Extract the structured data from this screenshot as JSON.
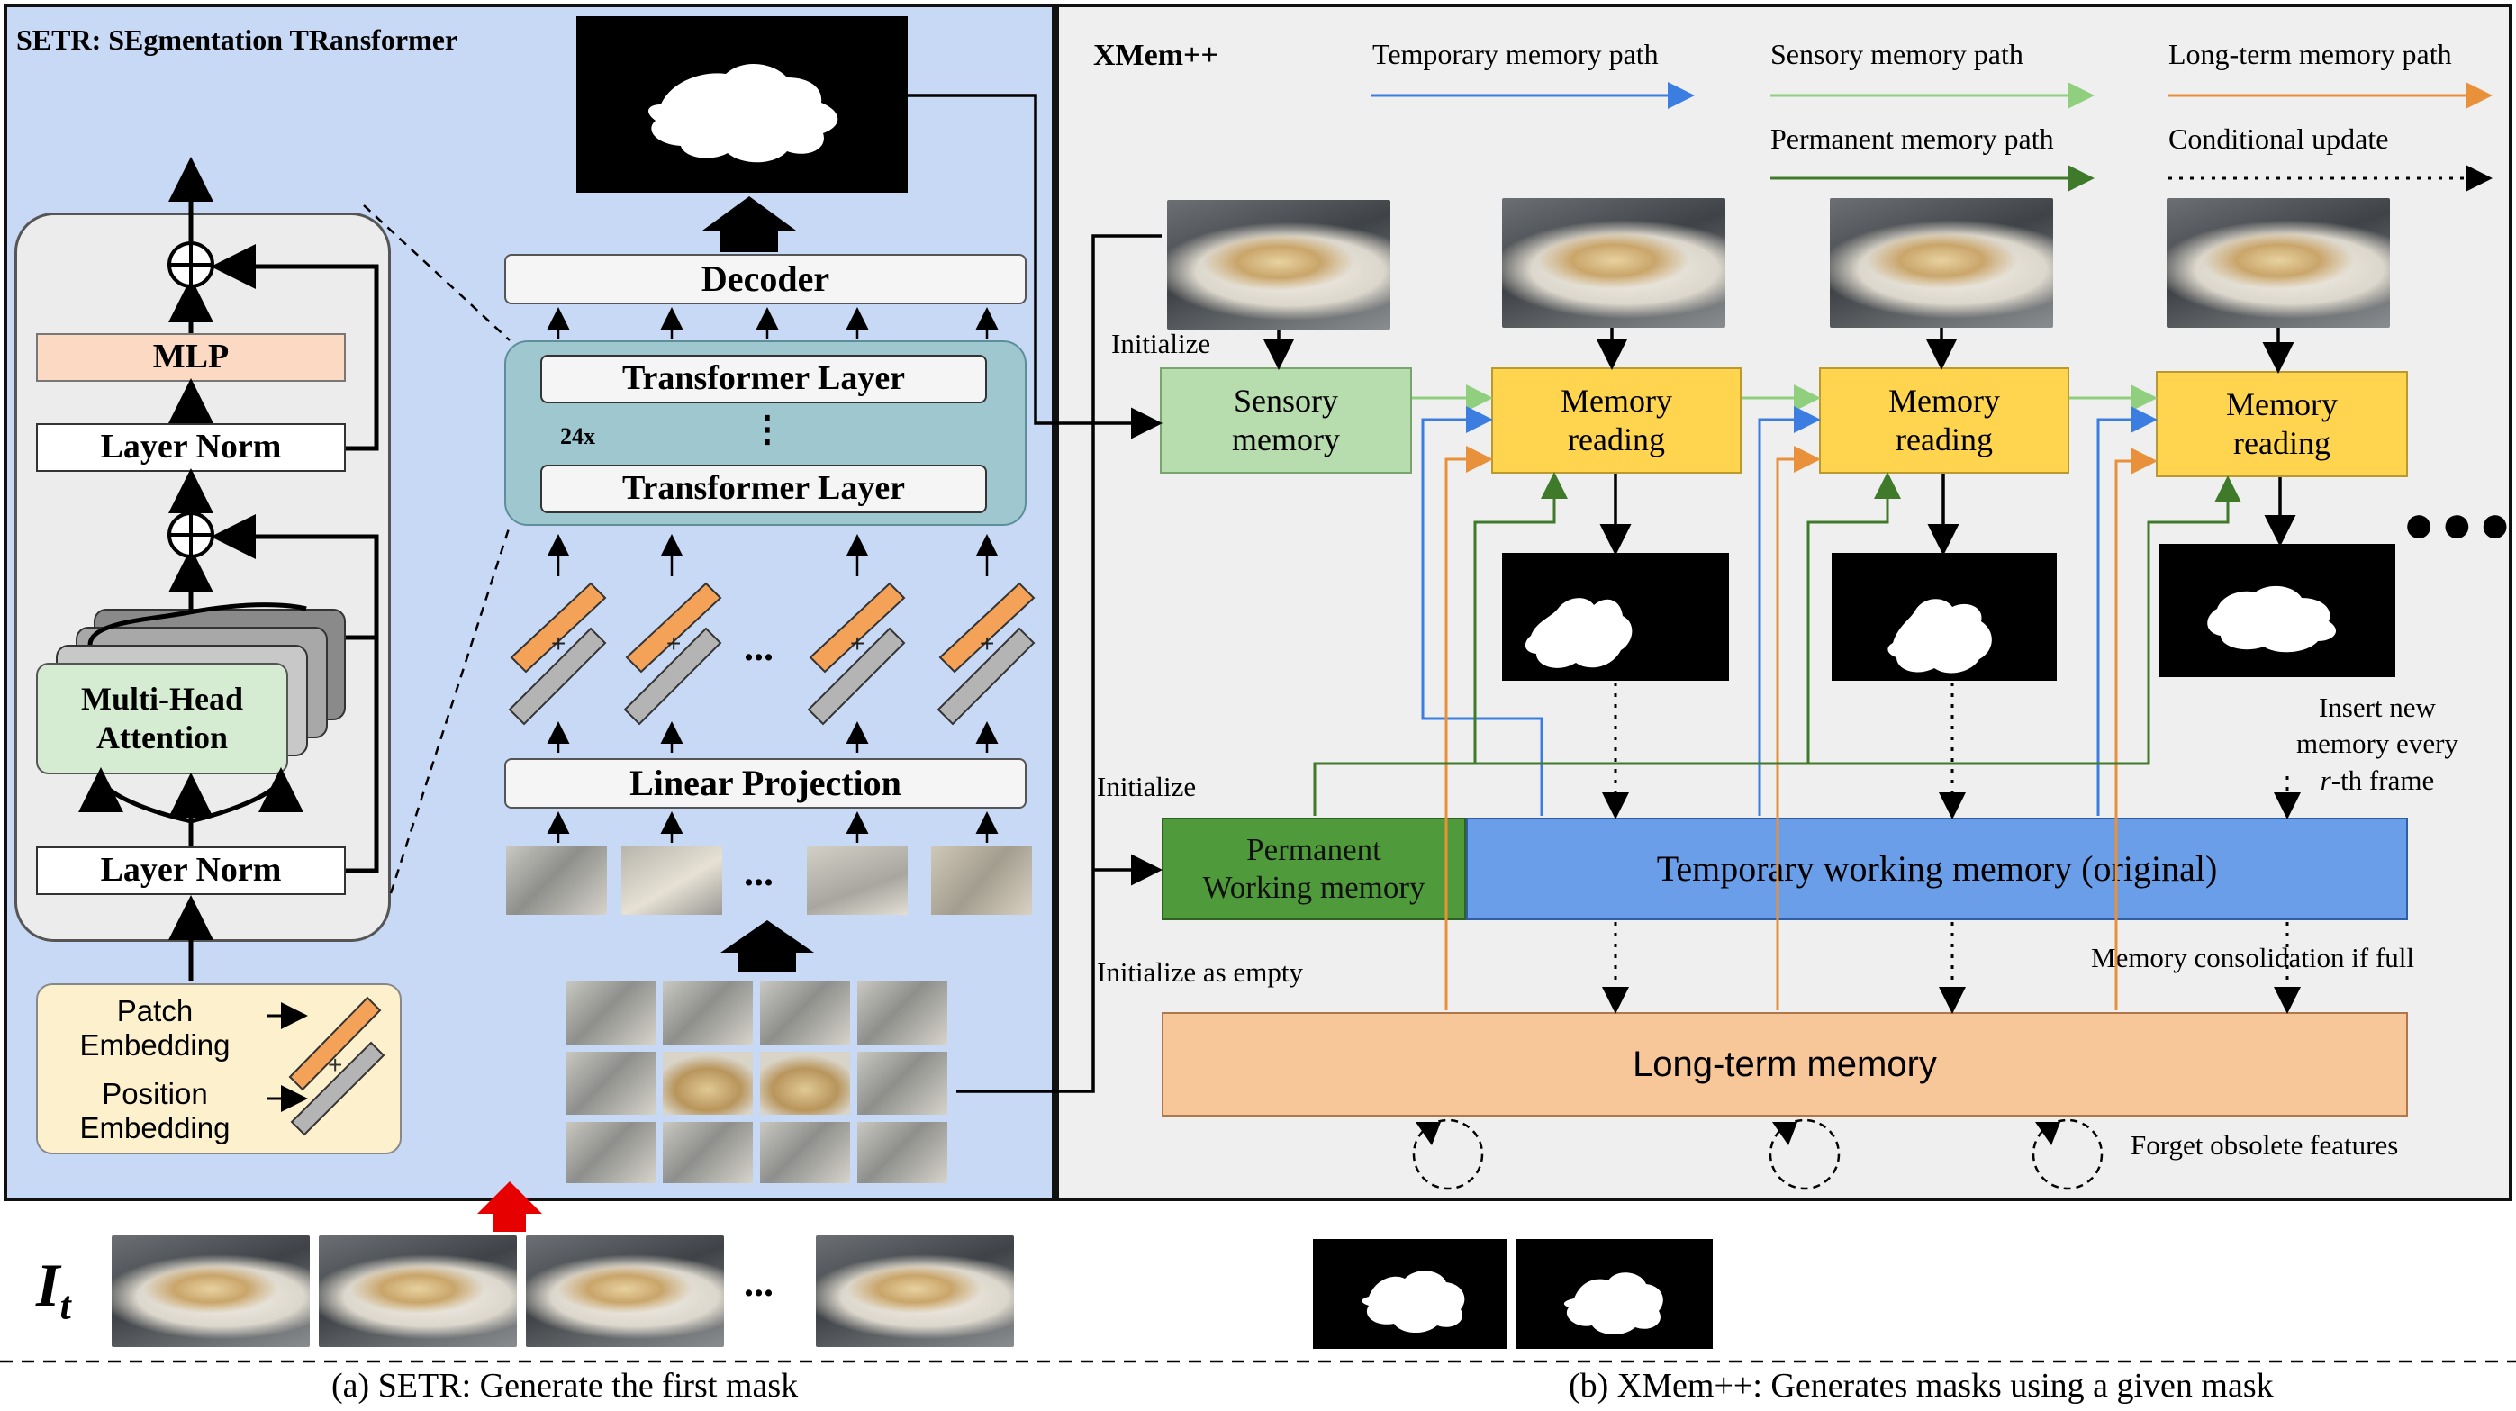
{
  "panel_a": {
    "title": "SETR: SEgmentation TRansformer",
    "mlp": "MLP",
    "layer_norm_top": "Layer Norm",
    "attention_line1": "Multi-Head",
    "attention_line2": "Attention",
    "layer_norm_bottom": "Layer Norm",
    "patch_embedding_line1": "Patch",
    "patch_embedding_line2": "Embedding",
    "position_embedding_line1": "Position",
    "position_embedding_line2": "Embedding",
    "decoder": "Decoder",
    "transformer_layer_top": "Transformer Layer",
    "transformer_layer_bottom": "Transformer Layer",
    "repeat_count": "24x",
    "vdots": "⋮",
    "linear_projection": "Linear Projection",
    "ellipsis": "...",
    "patch_ellipsis": "...",
    "caption": "(a) SETR: Generate the first mask"
  },
  "panel_b": {
    "title": "XMem++",
    "legend": {
      "temporary": "Temporary memory path",
      "sensory": "Sensory memory path",
      "longterm": "Long-term memory path",
      "permanent": "Permanent memory path",
      "conditional": "Conditional update"
    },
    "initialize_top": "Initialize",
    "sensory_line1": "Sensory",
    "sensory_line2": "memory",
    "memory_reading_line1": "Memory",
    "memory_reading_line2": "reading",
    "initialize_middle": "Initialize",
    "initialize_empty": "Initialize as empty",
    "permanent_line1": "Permanent",
    "permanent_line2": "Working memory",
    "temporary_wm": "Temporary working memory (original)",
    "longterm": "Long-term memory",
    "insert_line1": "Insert new",
    "insert_line2": "memory every",
    "insert_line3_italic": "r",
    "insert_line3_rest": "-th frame",
    "consolidation": "Memory consolidation if full",
    "forget": "Forget obsolete features",
    "caption": "(b) XMem++: Generates masks using a given mask"
  },
  "bottom": {
    "frame_symbol": "I",
    "frame_subscript": "t",
    "ellipsis": "..."
  },
  "colors": {
    "panel_a_bg": "#c8d9f5",
    "panel_b_bg": "#efefef",
    "temporary_path": "#3b7de0",
    "sensory_path": "#8fcf7e",
    "longterm_path": "#e8913a",
    "permanent_path": "#3f7a2a",
    "memory_reading": "#ffd54f",
    "sensory_box": "#b7dcae",
    "permanent_box": "#4f9a3a",
    "temporary_box": "#6a9ee8",
    "longterm_box": "#f7c79a",
    "mlp_box": "#fbd9c3",
    "attention_box": "#d6ecd2",
    "embedding_box": "#fdf0cc",
    "transformer_group": "#9fc7cf",
    "red_arrow": "#e60000"
  }
}
